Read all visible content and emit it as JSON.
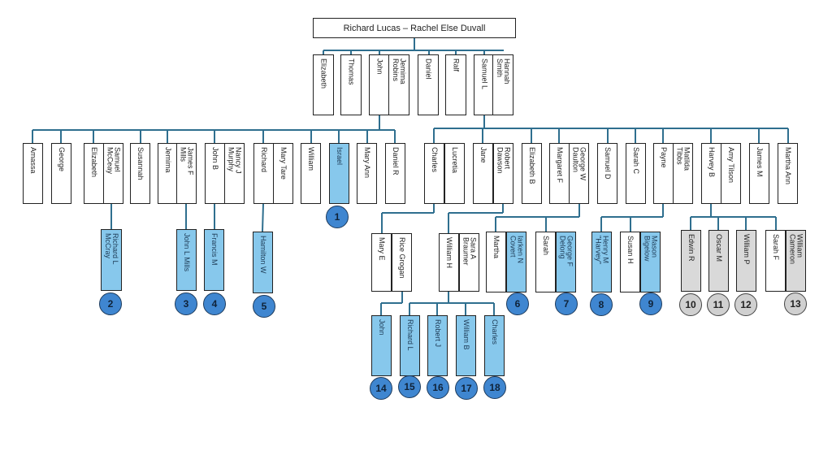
{
  "title": "Richard Lucas – Rachel Else Duvall",
  "colors": {
    "line": "#2f6f8f",
    "descendant": "#87c8ec",
    "badge": "#3f86d0",
    "gray": "#d9d9d9"
  },
  "gen1": [
    "Elizabeth",
    "Thomas",
    "John",
    "Jemima\nRobins",
    "Daniel",
    "Ralf",
    "Samuel L",
    "Hannah\nSmith"
  ],
  "gen2": [
    "Amassa",
    "George",
    "Elizabeth",
    "Samuel\nMcCeay",
    "Susannah",
    "Jemima",
    "James F\nMills",
    "John B",
    "Nancy J\nMurphy",
    "Richard",
    "Mary Tare",
    "William",
    "Israel",
    "Mary Ann",
    "Daniel R",
    "Charles",
    "Lucretia",
    "Jane",
    "Robert\nDawson",
    "Elizabeth B",
    "Margaret F",
    "George W\nDaulton",
    "Samuel D",
    "Sarah C",
    "Payne",
    "Matilda\nTibbs",
    "Harvey B",
    "Amy Tilson",
    "James M",
    "Martha Ann"
  ],
  "gen3": [
    "Richard L\nMcCray",
    "John L Mills",
    "Francis M",
    "Hamilton W",
    "Mary E",
    "Rice Grogan",
    "William H",
    "Sara A\nBraumer",
    "Martha",
    "Iarken N\nCovert",
    "Sarah",
    "George F\nDelong",
    "Henry M\n\"Harvey\"",
    "Susan H",
    "Mason\nBigelow",
    "Edwin R",
    "Oscar M",
    "William P",
    "Sarah F",
    "William\nCameron"
  ],
  "gen4": [
    "John",
    "Richard L",
    "Robert J",
    "William B",
    "Charles"
  ],
  "badges": [
    "1",
    "2",
    "3",
    "4",
    "5",
    "6",
    "7",
    "8",
    "9",
    "10",
    "11",
    "12",
    "13",
    "14",
    "15",
    "16",
    "17",
    "18"
  ]
}
